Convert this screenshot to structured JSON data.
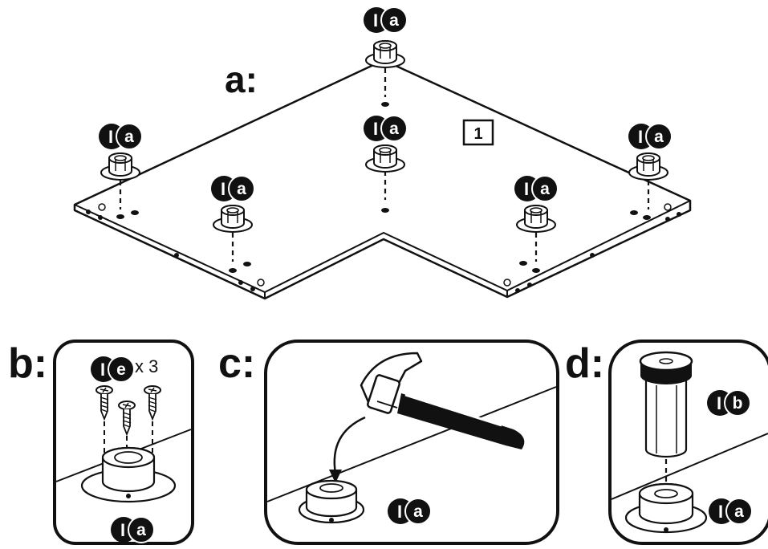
{
  "steps": {
    "a": "a:",
    "b": "b:",
    "c": "c:",
    "d": "d:"
  },
  "sheet_number": "1",
  "badges": {
    "part_i": "I",
    "letter_a": "a",
    "letter_b": "b",
    "letter_e": "e"
  },
  "screw_quantity": "x 3"
}
